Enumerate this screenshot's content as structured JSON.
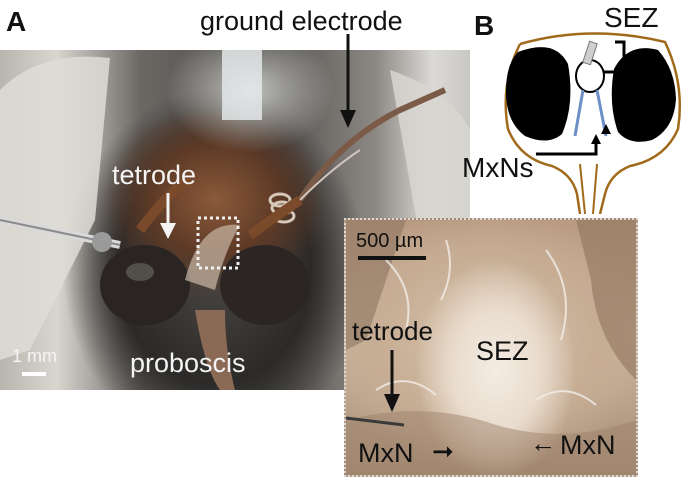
{
  "panel_a": {
    "letter": "A",
    "labels": {
      "ground_electrode": "ground electrode",
      "tetrode": "tetrode",
      "proboscis": "proboscis",
      "scale_bar": "1 mm"
    }
  },
  "inset": {
    "scale_bar": "500 µm",
    "tetrode": "tetrode",
    "sez": "SEZ",
    "mxn_left": "MxN",
    "mxn_right": "MxN",
    "arrow_right": "➞",
    "arrow_left": "←"
  },
  "panel_b": {
    "letter": "B",
    "sez": "SEZ",
    "mxns": "MxNs"
  },
  "colors": {
    "outline_brown": "#a06a1a",
    "nerve_blue": "#6d8fc8",
    "eye_black": "#000000"
  }
}
